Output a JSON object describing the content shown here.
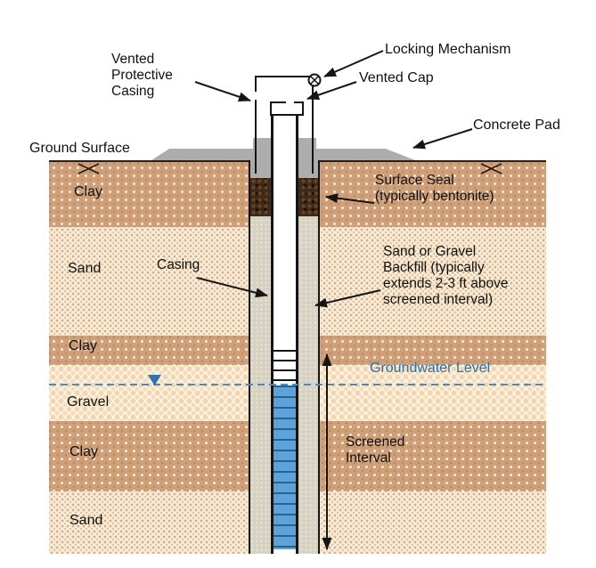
{
  "labels": {
    "ground_surface": "Ground Surface",
    "vented_protective_casing": "Vented\nProtective\nCasing",
    "locking_mechanism": "Locking Mechanism",
    "vented_cap": "Vented Cap",
    "concrete_pad": "Concrete Pad",
    "surface_seal": "Surface Seal\n(typically bentonite)",
    "backfill": "Sand or Gravel\nBackfill (typically\nextends 2-3 ft above\nscreened interval)",
    "casing": "Casing",
    "groundwater_level": "Groundwater Level",
    "screened_interval": "Screened\nInterval"
  },
  "soil_layers": [
    {
      "label": "Clay"
    },
    {
      "label": "Sand"
    },
    {
      "label": "Clay"
    },
    {
      "label": "Gravel"
    },
    {
      "label": "Clay"
    },
    {
      "label": "Sand"
    }
  ],
  "colors": {
    "clay": "#cfa078",
    "sand": "#f8f0da",
    "gravel": "#fbf2df",
    "surface_seal": "#3f2a19",
    "backfill_annulus": "#d7d1c1",
    "concrete": "#adadad",
    "water": "#5ba3d9",
    "groundwater_label": "#2c6fa8",
    "outline": "#151515"
  }
}
